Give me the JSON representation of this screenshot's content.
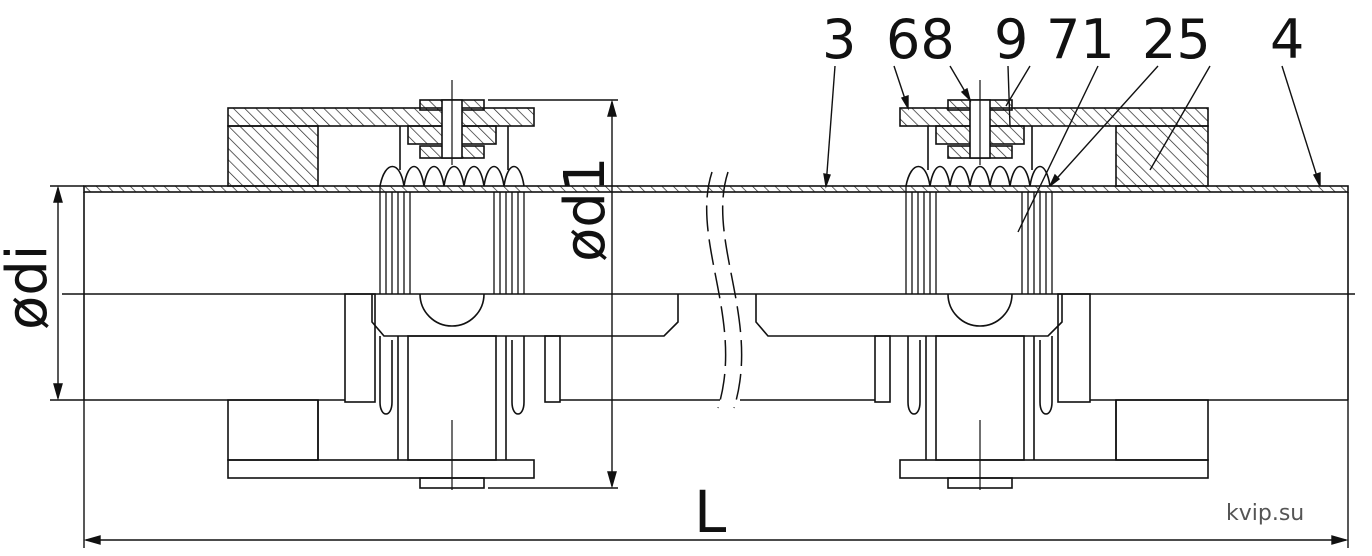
{
  "drawing": {
    "callouts": [
      "3",
      "68",
      "9",
      "71",
      "25",
      "4"
    ],
    "dimensions": {
      "outer_diameter": "ød1",
      "inner_diameter": "ødi",
      "length": "L"
    },
    "watermark": "kvip.su",
    "colors": {
      "line": "#111111",
      "hatch": "#222222",
      "background": "#ffffff"
    }
  }
}
